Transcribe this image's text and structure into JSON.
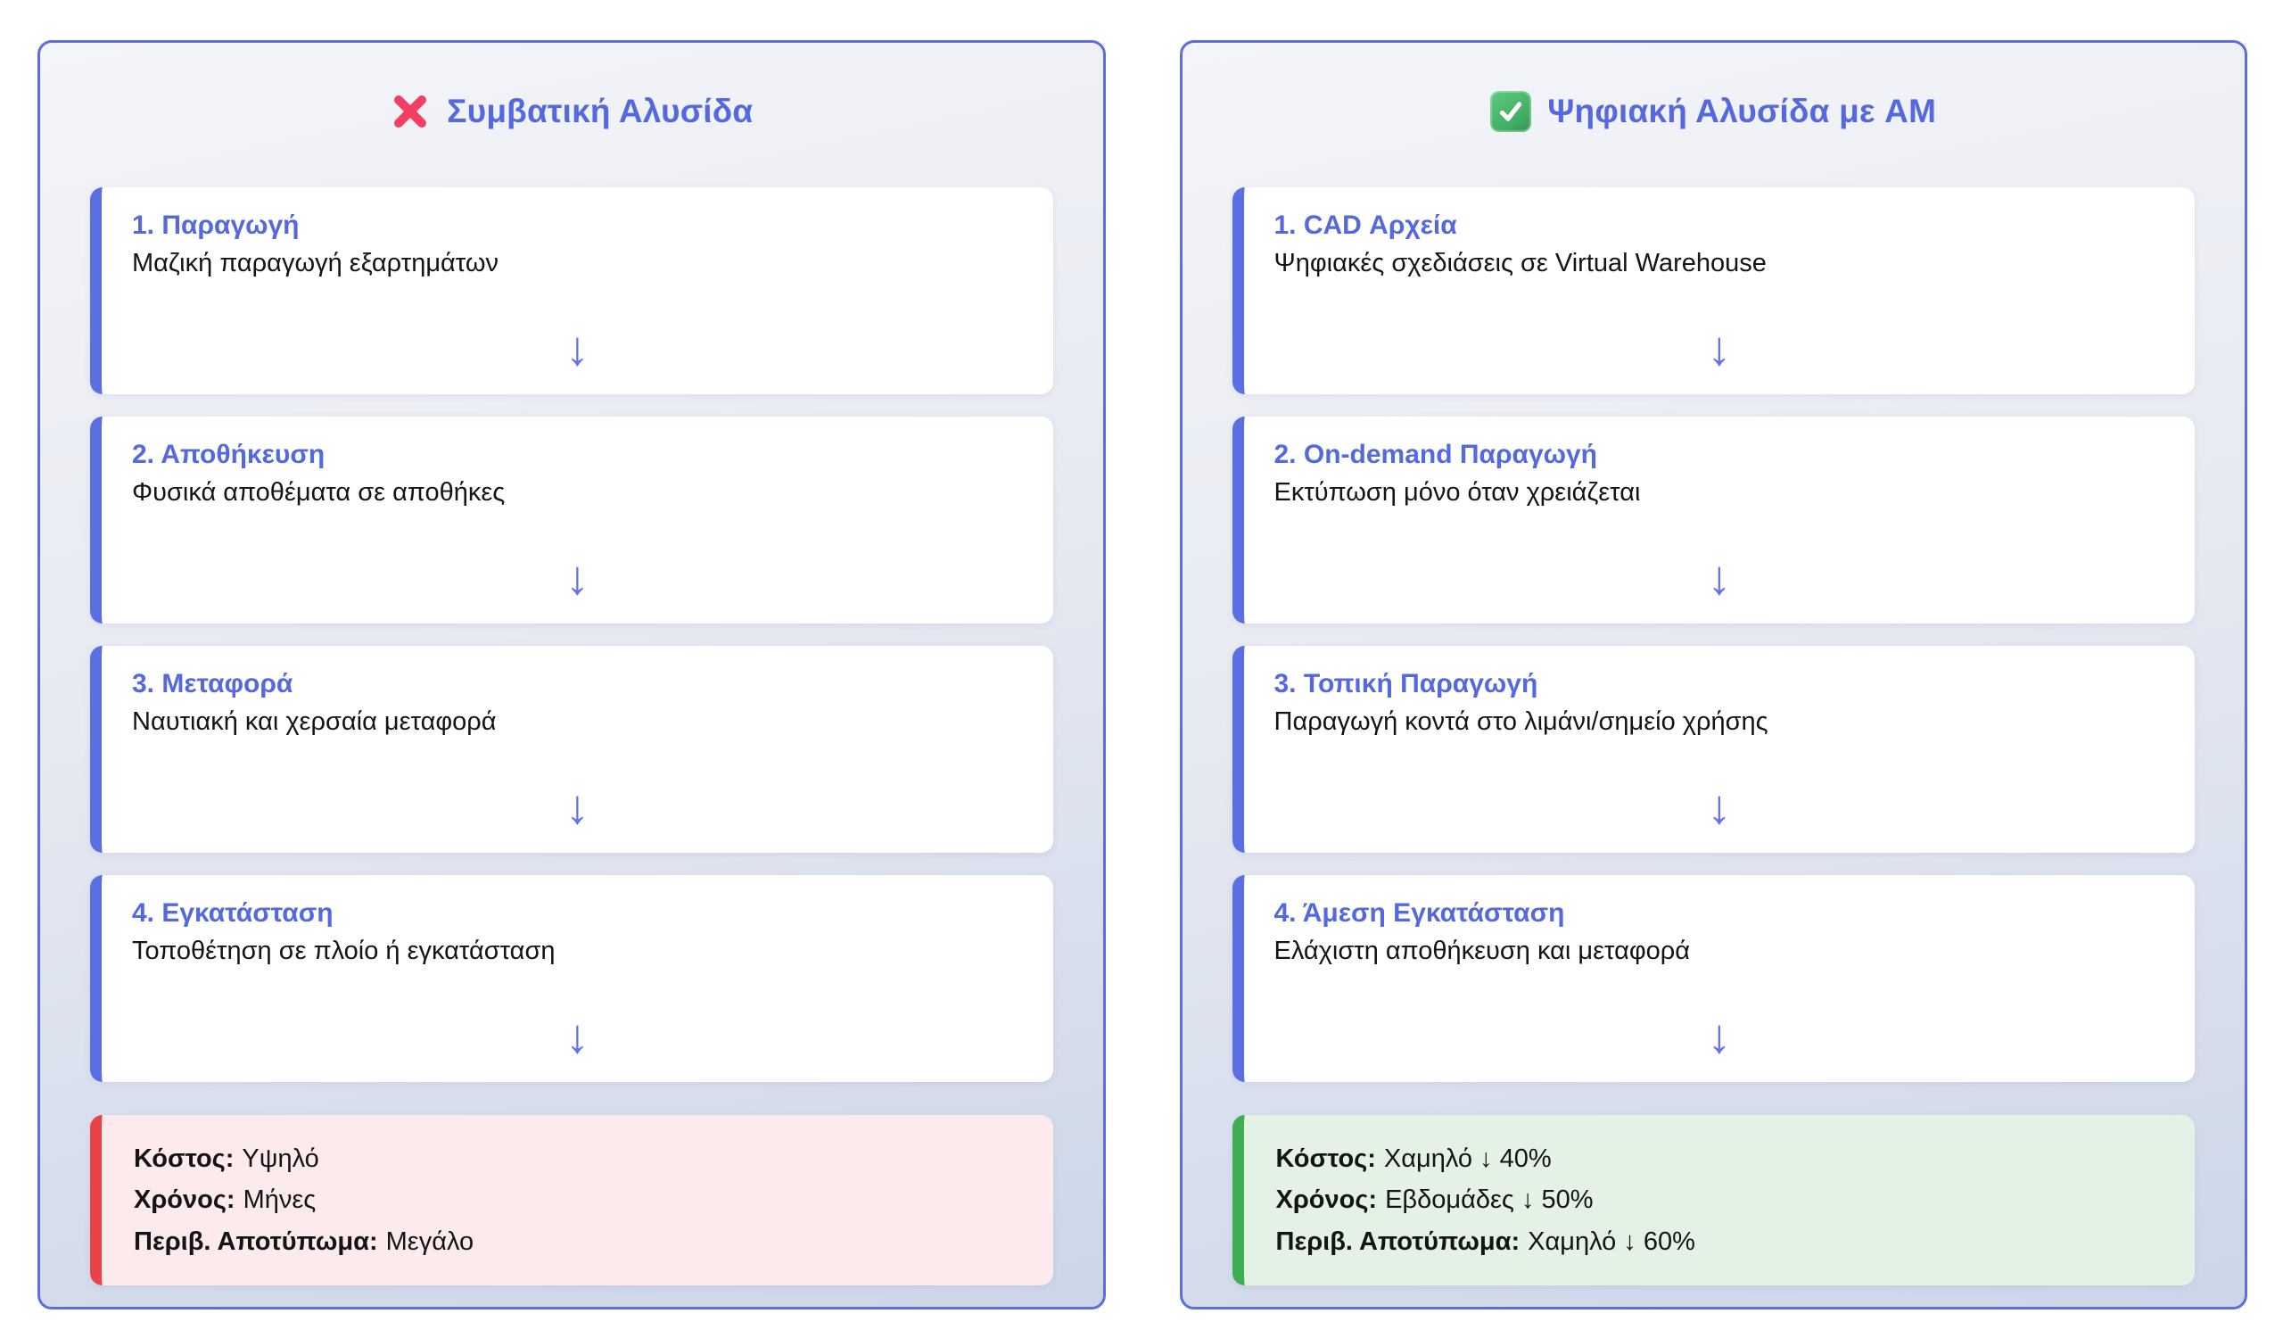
{
  "colors": {
    "accent_blue_text": "#5468e0",
    "panel_border_blue": "#5c6ee0",
    "step_border_blue": "#5b6ee4",
    "arrow_blue": "#6672e6",
    "x_icon_red": "#f43f63",
    "check_icon_green": "#41ad62",
    "summary_red_border": "#e94348",
    "summary_red_bg": "#fceaec",
    "summary_green_border": "#3fae53",
    "summary_green_bg": "#e4f2e5"
  },
  "panels": [
    {
      "icon": "x-icon",
      "title": "Συμβατική Αλυσίδα",
      "arrow": "↓",
      "steps": [
        {
          "title": "1. Παραγωγή",
          "description": "Μαζική παραγωγή εξαρτημάτων"
        },
        {
          "title": "2. Αποθήκευση",
          "description": "Φυσικά αποθέματα σε αποθήκες"
        },
        {
          "title": "3. Μεταφορά",
          "description": "Ναυτιακή και χερσαία μεταφορά"
        },
        {
          "title": "4. Εγκατάσταση",
          "description": "Τοποθέτηση σε πλοίο ή εγκατάσταση"
        }
      ],
      "summary": [
        {
          "label": "Κόστος:",
          "value": "Υψηλό"
        },
        {
          "label": "Χρόνος:",
          "value": "Μήνες"
        },
        {
          "label": "Περιβ. Αποτύπωμα:",
          "value": "Μεγάλο"
        }
      ]
    },
    {
      "icon": "check-icon",
      "title": "Ψηφιακή Αλυσίδα με AM",
      "arrow": "↓",
      "steps": [
        {
          "title": "1. CAD Αρχεία",
          "description": "Ψηφιακές σχεδιάσεις σε Virtual Warehouse"
        },
        {
          "title": "2. On-demand Παραγωγή",
          "description": "Εκτύπωση μόνο όταν χρειάζεται"
        },
        {
          "title": "3. Τοπική Παραγωγή",
          "description": "Παραγωγή κοντά στο λιμάνι/σημείο χρήσης"
        },
        {
          "title": "4. Άμεση Εγκατάσταση",
          "description": "Ελάχιστη αποθήκευση και μεταφορά"
        }
      ],
      "summary": [
        {
          "label": "Κόστος:",
          "value": "Χαμηλό ↓ 40%"
        },
        {
          "label": "Χρόνος:",
          "value": "Εβδομάδες ↓ 50%"
        },
        {
          "label": "Περιβ. Αποτύπωμα:",
          "value": "Χαμηλό ↓ 60%"
        }
      ]
    }
  ]
}
